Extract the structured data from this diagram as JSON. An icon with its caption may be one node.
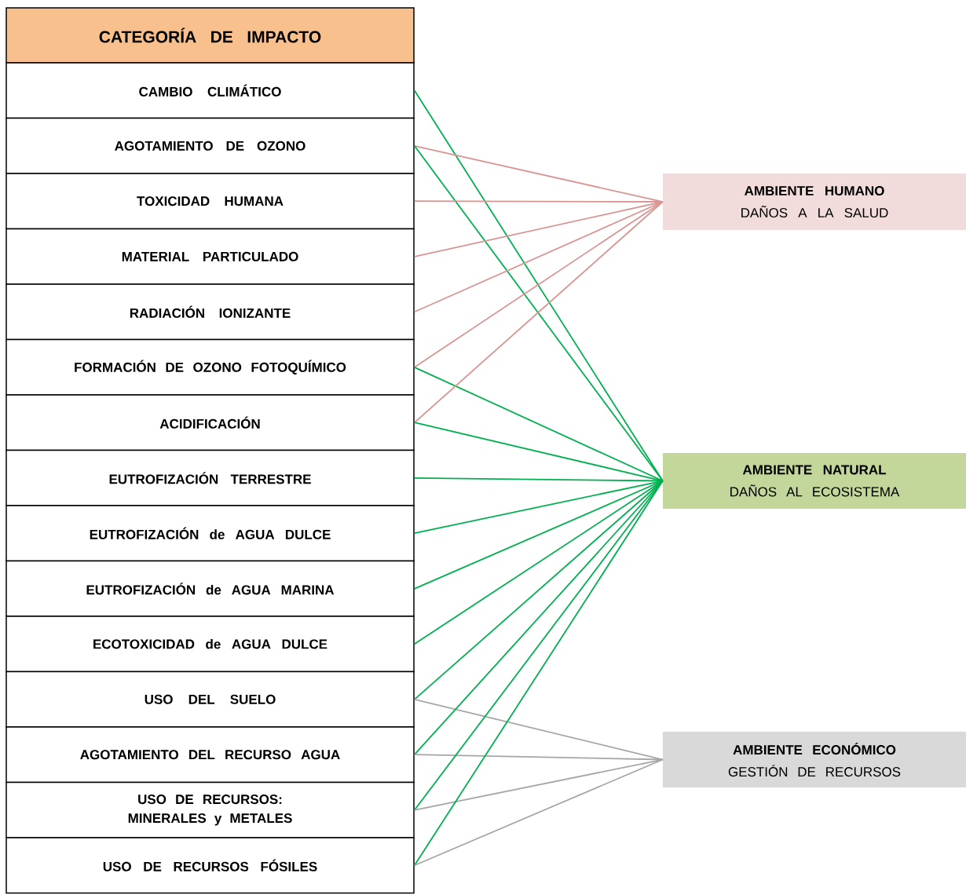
{
  "diagram": {
    "nodes": [
      {
        "text": [
          "CATEGORÍA DE IMPACTO"
        ]
      },
      {
        "text": [
          "CAMBIO CLIMÁTICO"
        ]
      },
      {
        "text": [
          "AGOTAMIENTO DE OZONO"
        ]
      },
      {
        "text": [
          "TOXICIDAD HUMANA"
        ]
      },
      {
        "text": [
          "MATERIAL PARTICULADO"
        ]
      },
      {
        "text": [
          "RADIACIÓN IONIZANTE"
        ]
      },
      {
        "text": [
          "FORMACIÓN DE OZONO FOTOQUÍMICO"
        ]
      },
      {
        "text": [
          "ACIDIFICACIÓN"
        ]
      },
      {
        "text": [
          "EUTROFIZACIÓN TERRESTRE"
        ]
      },
      {
        "text": [
          "EUTROFIZACIÓN de AGUA DULCE"
        ]
      },
      {
        "text": [
          "EUTROFIZACIÓN de AGUA MARINA"
        ]
      },
      {
        "text": [
          "ECOTOXICIDAD de AGUA DULCE"
        ]
      },
      {
        "text": [
          "USO DEL SUELO"
        ]
      },
      {
        "text": [
          "AGOTAMIENTO DEL RECURSO AGUA"
        ]
      },
      {
        "text": [
          "USO DE RECURSOS: MINERALES y METALES"
        ]
      },
      {
        "text": [
          "USO DE RECURSOS FÓSILES"
        ]
      },
      {
        "text": [
          "AMBIENTE HUMANO",
          "DAÑOS A LA SALUD"
        ]
      },
      {
        "text": [
          "AMBIENTE NATURAL",
          "DAÑOS AL ECOSISTEMA"
        ]
      },
      {
        "text": [
          "AMBIENTE ECONÓMICO",
          "GESTIÓN DE RECURSOS"
        ]
      }
    ],
    "edges": [
      {
        "from": 1,
        "to": 17,
        "arrow": "none"
      },
      {
        "from": 2,
        "to": 16,
        "arrow": "none",
        "color": "#d99594"
      },
      {
        "from": 2,
        "to": 17,
        "arrow": "none"
      },
      {
        "from": 3,
        "to": 16,
        "arrow": "none",
        "color": "#d99594"
      },
      {
        "from": 4,
        "to": 16,
        "arrow": "none",
        "color": "#d99594"
      },
      {
        "from": 5,
        "to": 16,
        "arrow": "none",
        "color": "#d99594"
      },
      {
        "from": 6,
        "to": 16,
        "arrow": "none",
        "color": "#d99594"
      },
      {
        "from": 6,
        "to": 17,
        "arrow": "none"
      },
      {
        "from": 7,
        "to": 16,
        "arrow": "none",
        "color": "#d99594"
      },
      {
        "from": 7,
        "to": 17,
        "arrow": "none"
      },
      {
        "from": 8,
        "to": 17,
        "arrow": "none"
      },
      {
        "from": 9,
        "to": 17,
        "arrow": "none"
      },
      {
        "from": 10,
        "to": 17,
        "arrow": "none"
      },
      {
        "from": 11,
        "to": 17,
        "arrow": "none"
      },
      {
        "from": 12,
        "to": 17,
        "arrow": "none"
      },
      {
        "from": 12,
        "to": 18,
        "arrow": "none",
        "color": "#a6a6a6"
      },
      {
        "from": 13,
        "to": 17,
        "arrow": "none"
      },
      {
        "from": 13,
        "to": 18,
        "arrow": "none",
        "color": "#a6a6a6"
      },
      {
        "from": 14,
        "to": 17,
        "arrow": "none"
      },
      {
        "from": 14,
        "to": 18,
        "arrow": "none",
        "color": "#a6a6a6"
      },
      {
        "from": 15,
        "to": 17,
        "arrow": "none"
      },
      {
        "from": 15,
        "to": 18,
        "arrow": "none",
        "color": "#a6a6a6"
      }
    ]
  }
}
